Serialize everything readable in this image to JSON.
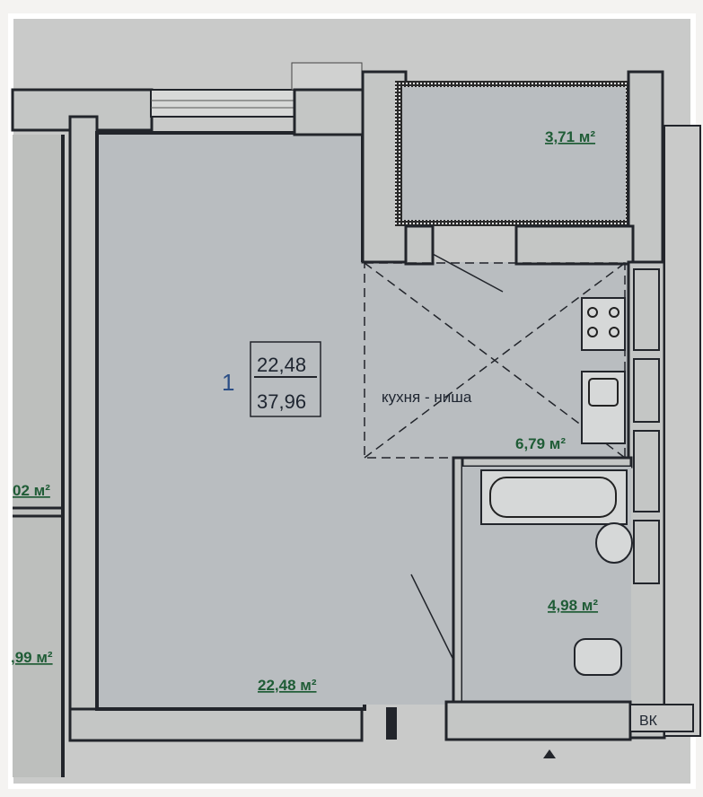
{
  "apartment": {
    "number": "1",
    "living_area": "22,48",
    "total_area": "37,96"
  },
  "rooms": {
    "living_room": "22,48 м²",
    "balcony": "3,71 м²",
    "kitchen_niche_label": "кухня - ниша",
    "kitchen_niche": "6,79 м²",
    "bathroom": "4,98 м²",
    "neighbor_upper": "02 м²",
    "neighbor_lower": ",99 м²",
    "shaft": "ВК"
  },
  "colors": {
    "floor": "#b9bdc0",
    "wall": "#22252b",
    "area_text": "#1f5c36",
    "apartment_number": "#2c4f86"
  }
}
